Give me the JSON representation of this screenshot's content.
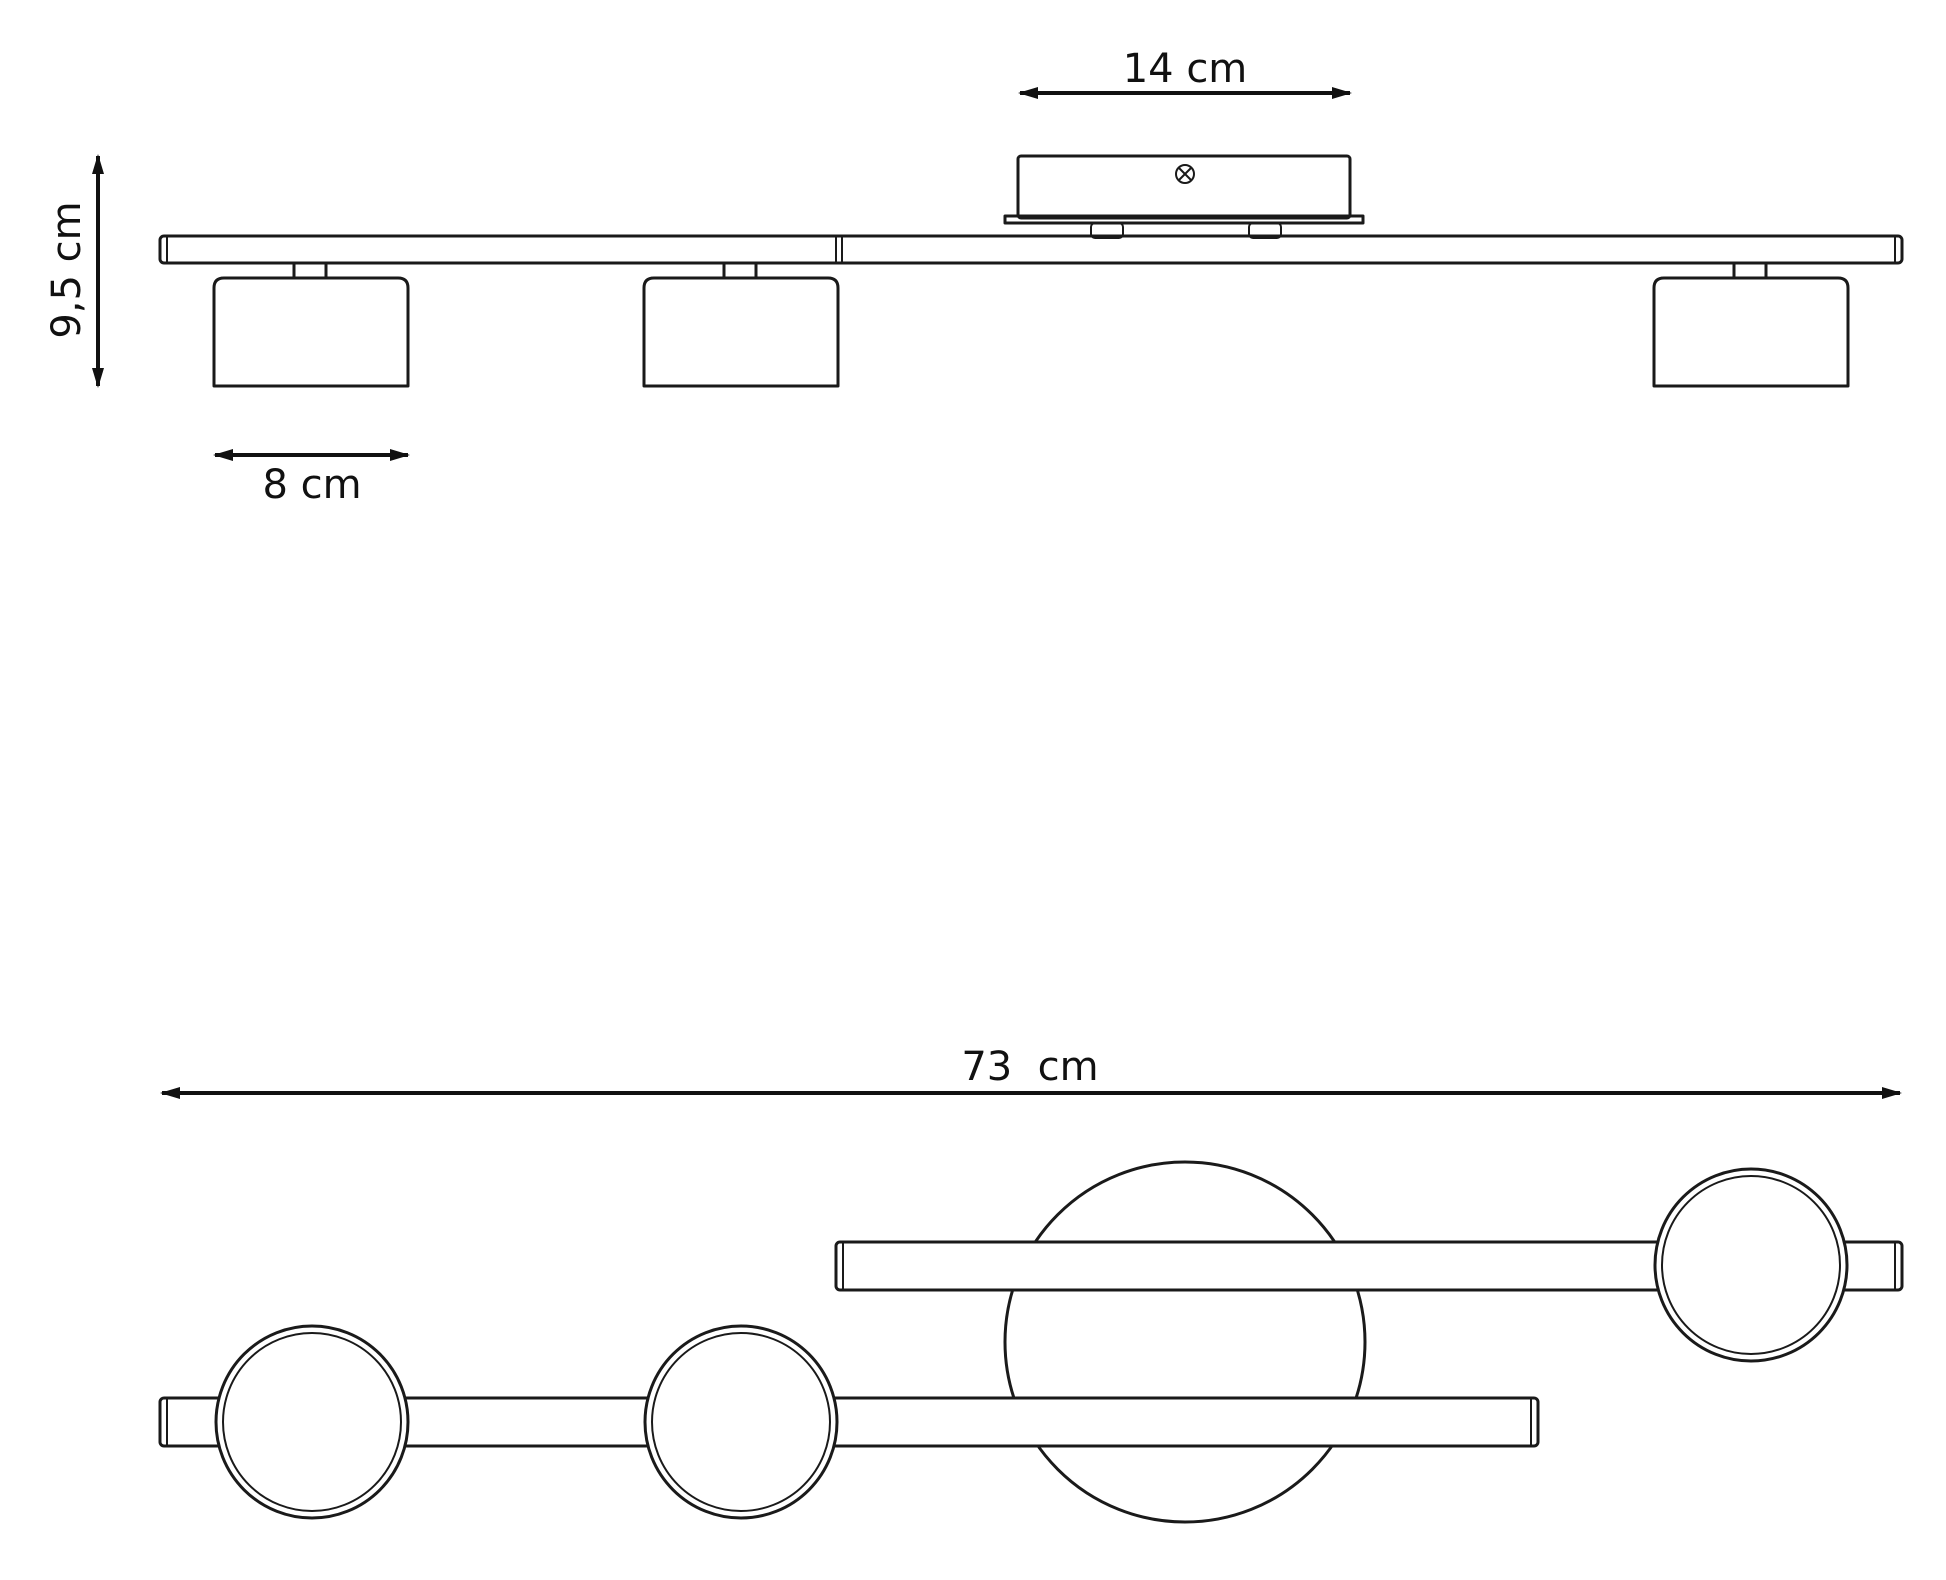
{
  "dimensions": {
    "width_label": "14 cm",
    "height_label": "9,5 cm",
    "spot_label": "8 cm",
    "length_label": "73  cm"
  },
  "colors": {
    "stroke": "#1a1a1a",
    "background": "#ffffff"
  }
}
